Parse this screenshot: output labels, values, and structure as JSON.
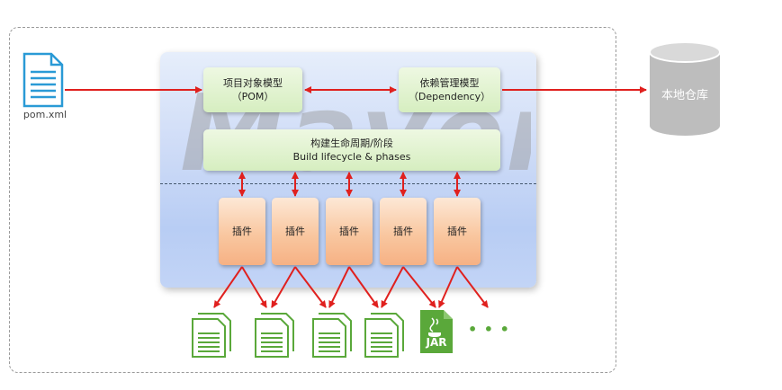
{
  "source_file": {
    "label": "pom.xml",
    "icon": "xml-file-icon"
  },
  "pom_box": {
    "line1": "项目对象模型",
    "line2": "（POM）"
  },
  "dependency_box": {
    "line1": "依赖管理模型",
    "line2": "（Dependency）"
  },
  "repository": {
    "label": "本地仓库",
    "icon": "database-cylinder-icon"
  },
  "watermark": "Maven",
  "lifecycle_box": {
    "line1": "构建生命周期/阶段",
    "line2": "Build lifecycle & phases"
  },
  "plugins": [
    {
      "label": "插件"
    },
    {
      "label": "插件"
    },
    {
      "label": "插件"
    },
    {
      "label": "插件"
    },
    {
      "label": "插件"
    }
  ],
  "outputs": [
    {
      "icon": "document-icon"
    },
    {
      "icon": "document-icon"
    },
    {
      "icon": "document-icon"
    },
    {
      "icon": "document-icon"
    },
    {
      "icon": "jar-file-icon",
      "label": "JAR"
    }
  ],
  "more_indicator": "• • •",
  "colors": {
    "arrow": "#e0201e",
    "file_icon_blue": "#2a9ad6",
    "output_icon_green": "#5aa83a",
    "cylinder": "#bdbdbd",
    "green_box": "#d6eec0",
    "orange_box": "#f9c7a0",
    "panel_blue": "#cfdcf7"
  }
}
